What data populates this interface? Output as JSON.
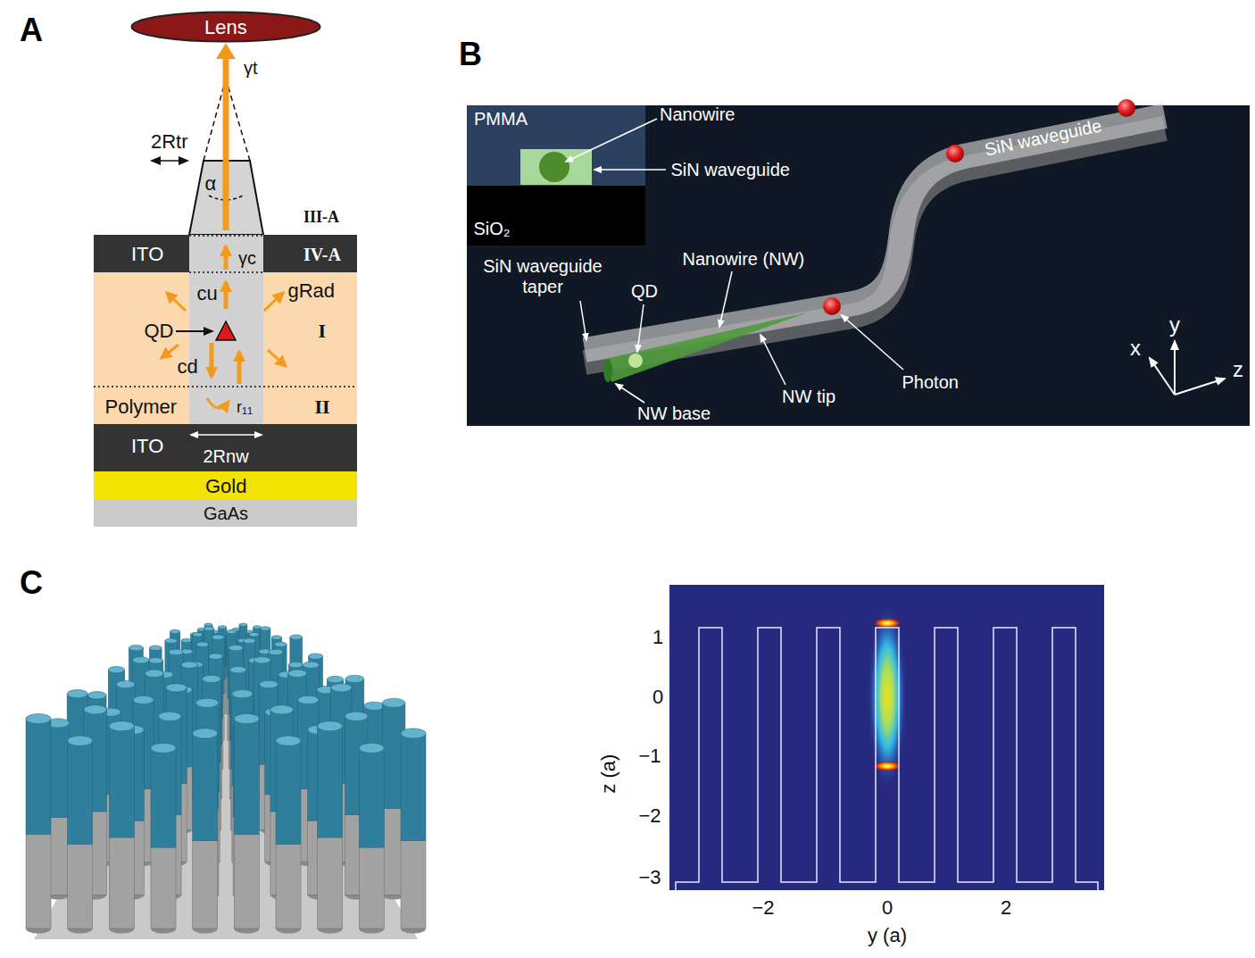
{
  "diagram": {
    "nodes": [
      {
        "text": [
          "Lens"
        ]
      },
      {
        "text": [
          "ITO",
          "IV-A"
        ]
      },
      {
        "text": [
          "Polymer"
        ]
      },
      {
        "text": [
          "ITO",
          "2Rnw"
        ]
      },
      {
        "text": [
          "Gold"
        ]
      },
      {
        "text": [
          "GaAs"
        ]
      },
      {
        "text": [
          "PMMA"
        ]
      },
      {
        "text": [
          "SiO₂"
        ]
      }
    ],
    "labels": [
      "A",
      "γt",
      "2Rtr",
      "α",
      "III-A",
      "γc",
      "cu",
      "gRad",
      "QD",
      "I",
      "cd",
      "r₁₁",
      "II",
      "B",
      "Nanowire",
      "SiN waveguide",
      "SiN waveguide taper",
      "Nanowire (NW)",
      "QD",
      "NW base",
      "NW tip",
      "Photon",
      "SiN waveguide",
      "y",
      "x",
      "z",
      "C",
      "1",
      "0",
      "−1",
      "−2",
      "−3",
      "z (a)",
      "−2",
      "0",
      "2",
      "y (a)"
    ]
  }
}
